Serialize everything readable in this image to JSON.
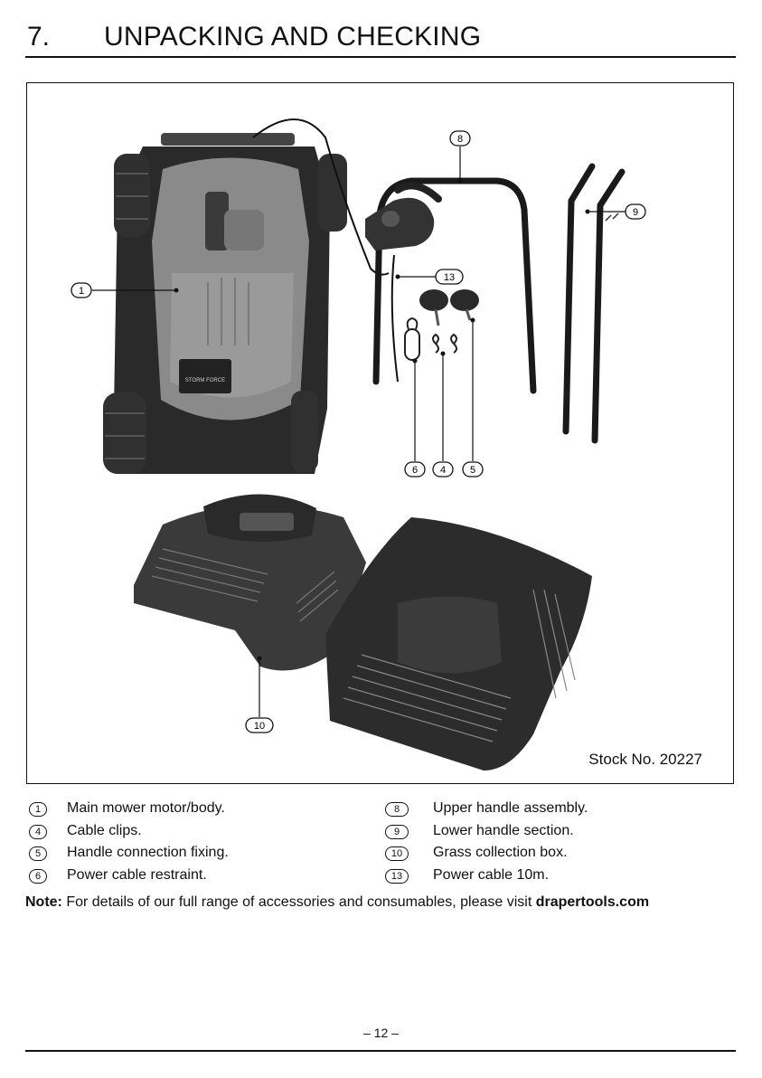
{
  "section": {
    "number": "7.",
    "title": "UNPACKING AND CHECKING"
  },
  "figure": {
    "stock_label": "Stock No. 20227",
    "callouts": [
      "1",
      "8",
      "9",
      "13",
      "6",
      "4",
      "5",
      "10"
    ],
    "brand_plate": "STORM FORCE"
  },
  "parts_left": [
    {
      "num": "1",
      "label": "Main mower motor/body."
    },
    {
      "num": "4",
      "label": "Cable clips."
    },
    {
      "num": "5",
      "label": "Handle connection fixing."
    },
    {
      "num": "6",
      "label": "Power cable restraint."
    }
  ],
  "parts_right": [
    {
      "num": "8",
      "label": "Upper handle assembly."
    },
    {
      "num": "9",
      "label": "Lower handle section."
    },
    {
      "num": "10",
      "label": "Grass collection box."
    },
    {
      "num": "13",
      "label": "Power cable 10m."
    }
  ],
  "note": {
    "label": "Note:",
    "text": " For details of our full range of accessories and consumables, please visit ",
    "link": "drapertools.com"
  },
  "page_number": "– 12 –"
}
